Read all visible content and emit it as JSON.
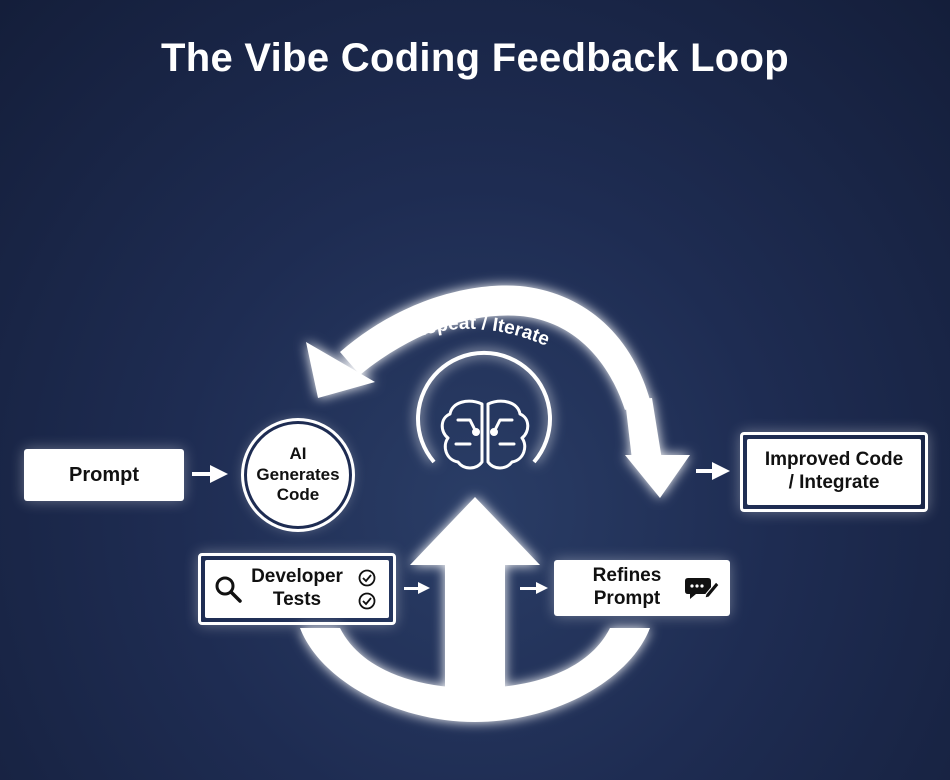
{
  "title": "The Vibe Coding Feedback Loop",
  "loop_label": "Repeat / Iterate",
  "nodes": {
    "prompt": "Prompt",
    "ai_generates": [
      "AI",
      "Generates",
      "Code"
    ],
    "developer_tests": [
      "Developer",
      "Tests"
    ],
    "refines_prompt": [
      "Refines",
      "Prompt"
    ],
    "improved_code": [
      "Improved Code",
      "/ Integrate"
    ]
  },
  "icons": {
    "center": "brain-icon",
    "developer_tests": [
      "magnifier-icon",
      "check-circle-icon"
    ],
    "refines_prompt": "chat-edit-icon"
  },
  "colors": {
    "background_center": "#2a3d66",
    "background_edge": "#141e3a",
    "foreground": "#ffffff",
    "text_dark": "#111111"
  }
}
